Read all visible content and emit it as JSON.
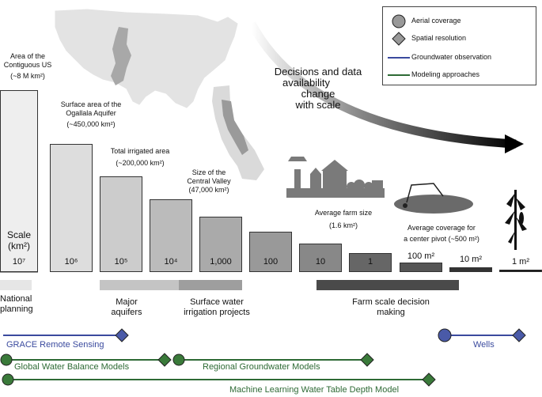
{
  "arrow_text": [
    "Decisions and data",
    "availability",
    "change",
    "with scale"
  ],
  "legend": {
    "aerial": "Aerial coverage",
    "spatial": "Spatial resolution",
    "groundwater": "Groundwater observation",
    "modeling": "Modeling approaches"
  },
  "colors": {
    "groundwater_line": "#3a4a9e",
    "modeling_line": "#2e6a35",
    "marker_blue": "#4a5aa8",
    "marker_green": "#3a7a3a",
    "farm_band": "#4a4a4a"
  },
  "bars": [
    {
      "value": "10⁷",
      "label_top": [
        "Area of the",
        "Contiguous US",
        "(~8 M km²)"
      ],
      "extra": [
        "Scale",
        "(km²)"
      ]
    },
    {
      "value": "10⁶",
      "label_top": [
        "Surface area of the",
        "Ogallala Aquifer",
        "(~450,000 km²)"
      ]
    },
    {
      "value": "10⁵",
      "label_top": [
        "Total irrigated area",
        "(~200,000 km²)"
      ]
    },
    {
      "value": "10⁴",
      "label_top": [
        "Size of the",
        "Central Valley",
        "(47,000 km²)"
      ]
    },
    {
      "value": "1,000"
    },
    {
      "value": "100"
    },
    {
      "value": "10",
      "label_top": [
        "Average farm size",
        "(1.6 km²)"
      ]
    },
    {
      "value": "1"
    },
    {
      "value": "100 m²",
      "label_top": [
        "Average coverage for",
        "a center pivot (~500 m²)"
      ]
    },
    {
      "value": "10 m²"
    },
    {
      "value": "1 m²"
    }
  ],
  "bands": {
    "national": [
      "National",
      "planning"
    ],
    "aquifers": [
      "Major",
      "aquifers"
    ],
    "surface": [
      "Surface water",
      "irrigation projects"
    ],
    "farm": [
      "Farm scale decision",
      "making"
    ]
  },
  "timelines": {
    "grace": "GRACE Remote Sensing",
    "wells": "Wells",
    "global": "Global Water Balance Models",
    "regional": "Regional Groundwater Models",
    "ml": "Machine Learning Water Table Depth Model"
  }
}
